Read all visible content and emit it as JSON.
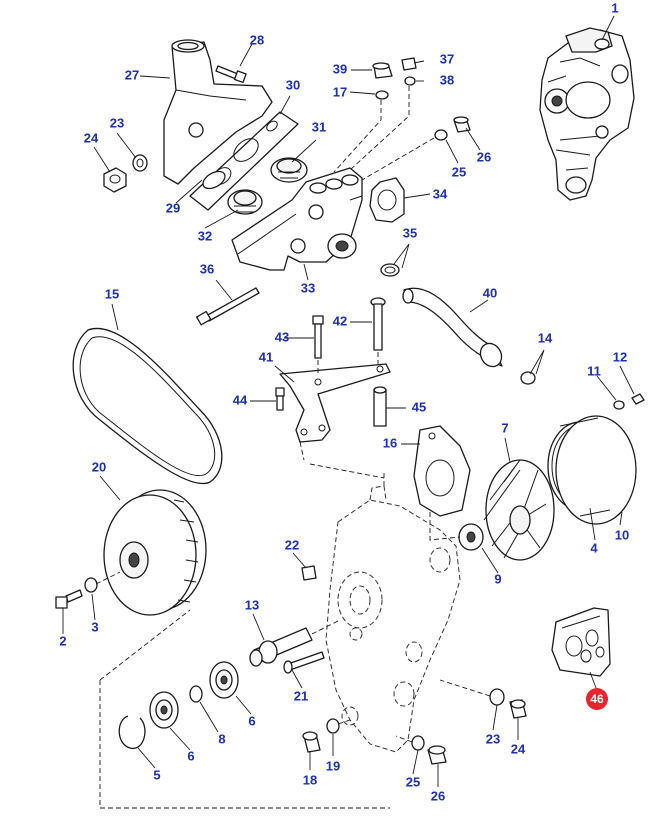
{
  "diagram": {
    "callouts": [
      "1",
      "2",
      "3",
      "4",
      "5",
      "6",
      "6",
      "7",
      "8",
      "9",
      "10",
      "11",
      "12",
      "13",
      "14",
      "15",
      "16",
      "17",
      "18",
      "19",
      "20",
      "21",
      "22",
      "23",
      "23",
      "24",
      "24",
      "25",
      "25",
      "26",
      "26",
      "27",
      "28",
      "29",
      "30",
      "31",
      "32",
      "33",
      "34",
      "35",
      "36",
      "37",
      "38",
      "39",
      "40",
      "41",
      "42",
      "43",
      "44",
      "45"
    ],
    "highlight_callout": "46",
    "colors": {
      "callout_text": "#1c2fb8",
      "highlight_badge": "#e8242c",
      "line_art": "#1a1a1a"
    }
  }
}
